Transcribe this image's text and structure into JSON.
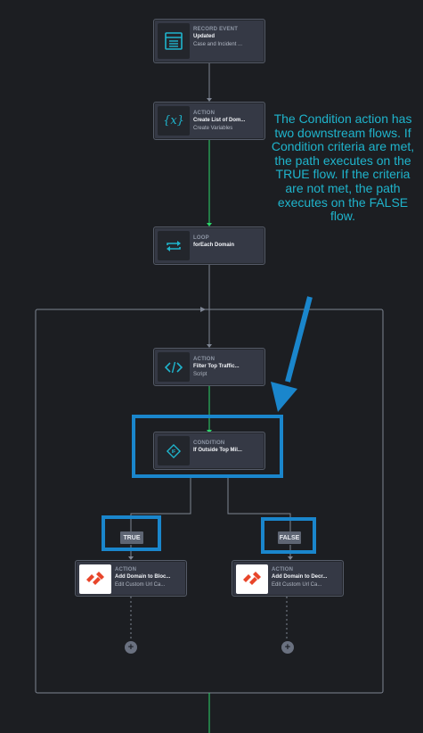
{
  "nodes": {
    "record_event": {
      "type": "RECORD EVENT",
      "title": "Updated",
      "subtitle": "Case and Incident ..."
    },
    "create_vars": {
      "type": "ACTION",
      "title": "Create List of Dom...",
      "subtitle": "Create Variables"
    },
    "loop": {
      "type": "LOOP",
      "title": "forEach Domain"
    },
    "filter": {
      "type": "ACTION",
      "title": "Filter Top Traffic...",
      "subtitle": "Script"
    },
    "condition": {
      "type": "CONDITION",
      "title": "If Outside Top Mil..."
    },
    "block": {
      "type": "ACTION",
      "title": "Add Domain to Bloc...",
      "subtitle": "Edit Custom Url Ca..."
    },
    "decrypt": {
      "type": "ACTION",
      "title": "Add Domain to Decr...",
      "subtitle": "Edit Custom Url Ca..."
    }
  },
  "branches": {
    "true_label": "TRUE",
    "false_label": "FALSE"
  },
  "annotation": "The Condition action has two downstream flows. If Condition criteria are met, the path executes on the TRUE flow. If the criteria are not met, the path executes on the FALSE flow.",
  "icons": {
    "record_event": "record-event-icon",
    "create_vars": "variable-icon",
    "loop": "loop-icon",
    "filter": "code-icon",
    "condition": "condition-diamond-icon",
    "block": "palo-alto-logo-icon",
    "decrypt": "palo-alto-logo-icon"
  },
  "colors": {
    "background": "#1c1e22",
    "node": "#353945",
    "accent": "#1fb4cc",
    "flow_green": "#2bd66a",
    "highlight": "#1a86cc"
  }
}
